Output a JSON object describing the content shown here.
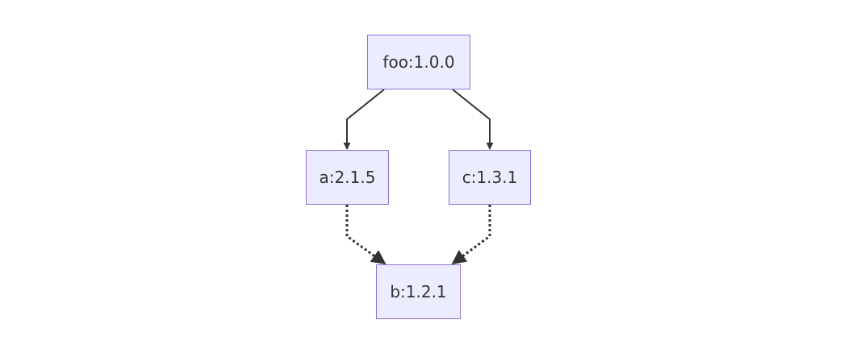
{
  "diagram": {
    "nodes": {
      "foo": {
        "label": "foo:1.0.0"
      },
      "a": {
        "label": "a:2.1.5"
      },
      "c": {
        "label": "c:1.3.1"
      },
      "b": {
        "label": "b:1.2.1"
      }
    },
    "edges": [
      {
        "from": "foo",
        "to": "a",
        "style": "solid"
      },
      {
        "from": "foo",
        "to": "c",
        "style": "solid"
      },
      {
        "from": "a",
        "to": "b",
        "style": "dotted"
      },
      {
        "from": "c",
        "to": "b",
        "style": "dotted"
      }
    ],
    "colors": {
      "node_fill": "#ECECFF",
      "node_border": "#9370DB",
      "edge": "#333333",
      "text": "#333333"
    }
  }
}
